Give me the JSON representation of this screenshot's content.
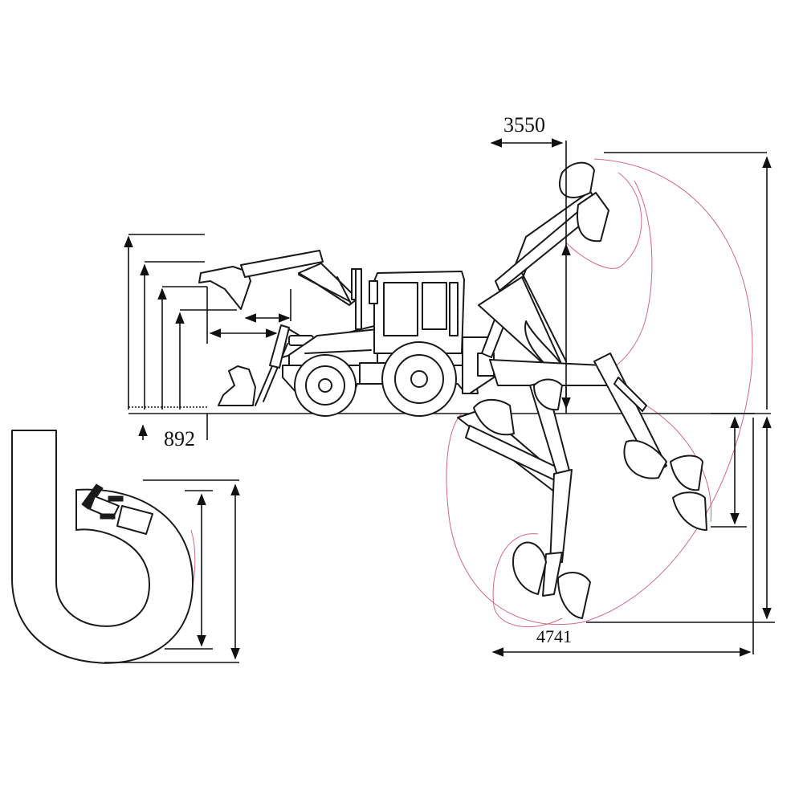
{
  "dimensions": {
    "reach_at_ground_level": "3550",
    "bucket_dump_clearance": "892",
    "max_digging_reach": "4741"
  },
  "colors": {
    "outline": "#1a1a1a",
    "working_envelope": "#d06a82",
    "background": "#ffffff"
  },
  "icons": [
    "arrowhead-icon"
  ]
}
